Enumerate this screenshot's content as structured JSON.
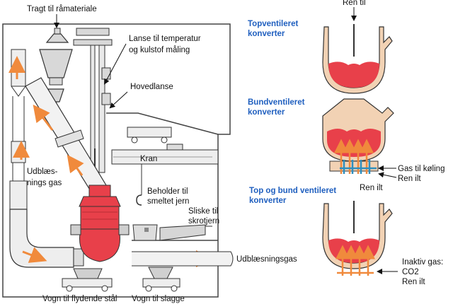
{
  "colors": {
    "metal": "#e8404a",
    "refractory": "#f2d2b4",
    "steel_body": "#b9b9b9",
    "gas_arrow": "#f08a3c",
    "cooling_gas": "#2f8fbf",
    "heading": "#1f5fbf"
  },
  "left_diagram": {
    "labels": {
      "raw_material_hopper": "Tragt til råmateriale",
      "temp_lance_line1": "Lanse til temperatur",
      "temp_lance_line2": "og kulstof måling",
      "main_lance": "Hovedlanse",
      "exhaust_gas_line1": "Udblæs-",
      "exhaust_gas_line2": "nings gas",
      "crane": "Kran",
      "iron_ladle_line1": "Beholder til",
      "iron_ladle_line2": "smeltet jern",
      "scrap_chute_line1": "Sliske til",
      "scrap_chute_line2": "skrotjern",
      "exhaust_outlet": "Udblæsningsgas",
      "steel_car": "Vogn til flydende stål",
      "slag_car": "Vogn til slagge"
    }
  },
  "right_diagram": {
    "top_label": "Ren til",
    "converters": [
      {
        "heading_line1": "Topventileret",
        "heading_line2": "konverter"
      },
      {
        "heading_line1": "Bundventileret",
        "heading_line2": "konverter",
        "side_labels": [
          "Gas til køling",
          "Ren ilt"
        ],
        "bottom_label": "Ren ilt"
      },
      {
        "heading_line1": "Top og bund ventileret",
        "heading_line2": "konverter",
        "side_labels": [
          "Inaktiv gas:",
          "CO2",
          "Ren ilt"
        ]
      }
    ]
  }
}
